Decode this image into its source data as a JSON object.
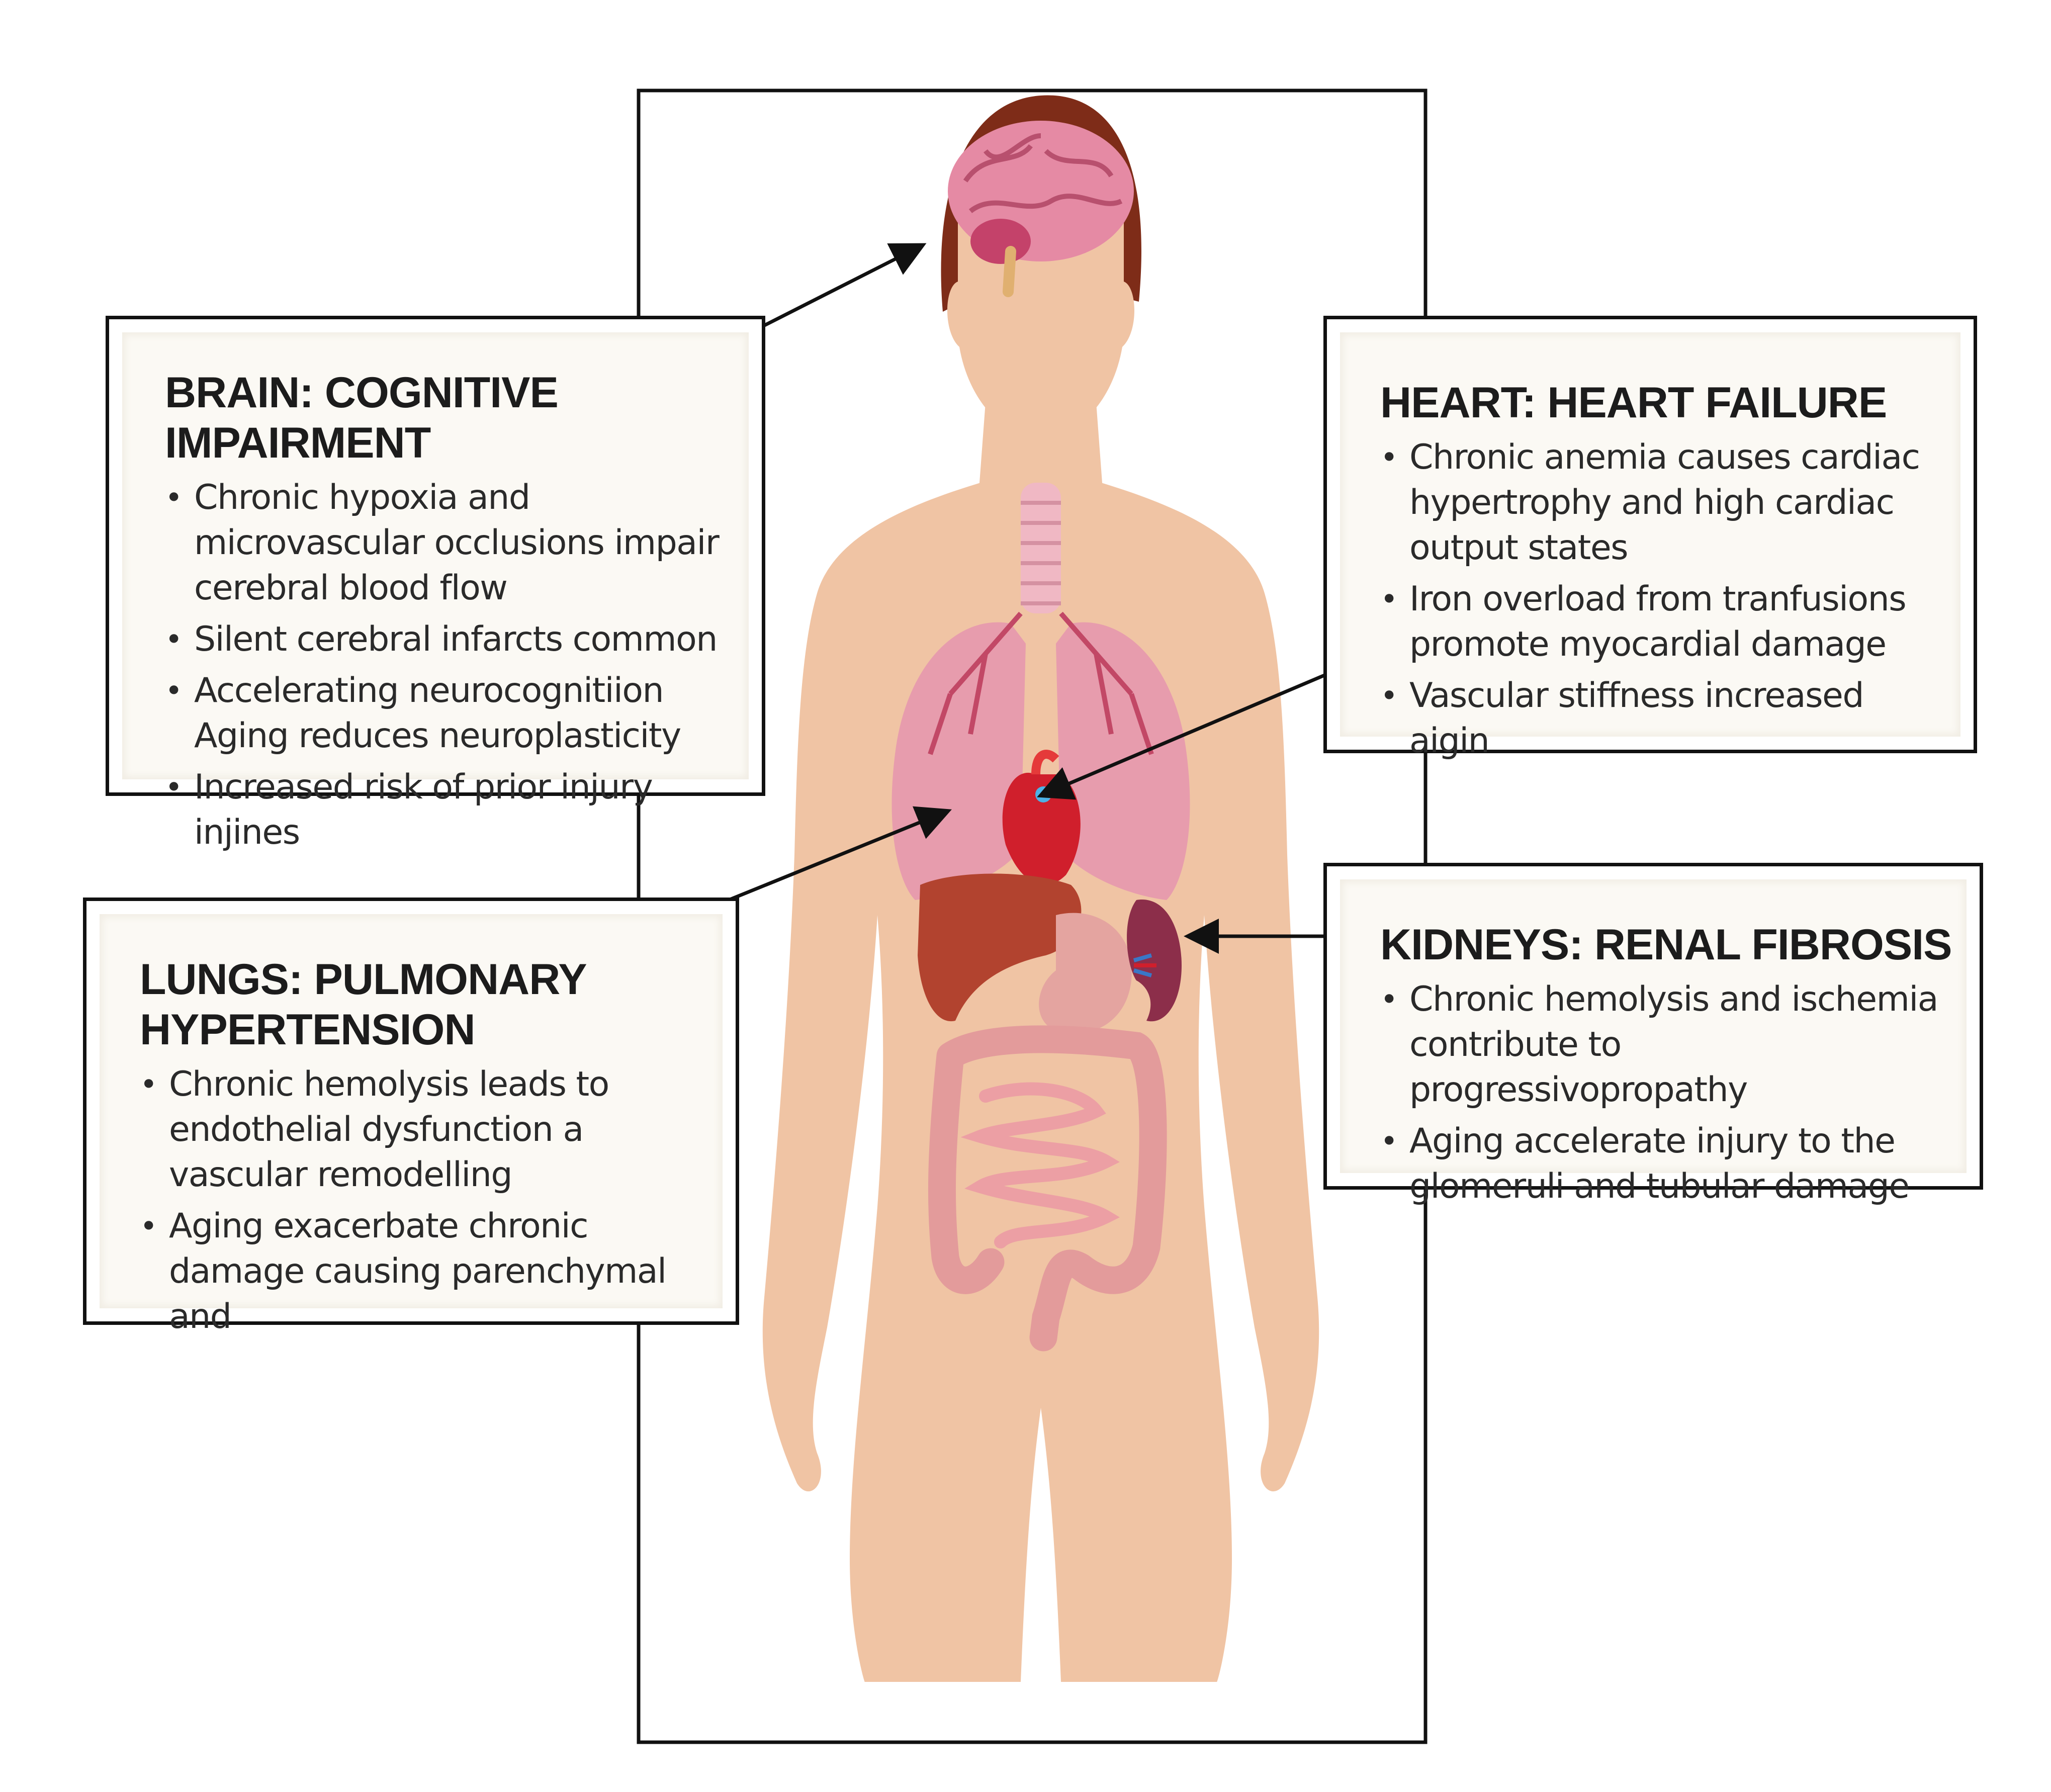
{
  "palette": {
    "skin": "#f0c4a4",
    "skin_shade": "#e8b592",
    "hair": "#7e2c18",
    "brain": "#e58aa4",
    "lung": "#e79cad",
    "heart": "#d01f2c",
    "liver": "#b2432f",
    "intestine": "#e39b9b",
    "kidney": "#8c2e4a",
    "frame": "#111111",
    "arrow": "#111111"
  },
  "callouts": {
    "brain": {
      "title": "BRAIN: COGNITIVE IMPAIRMENT",
      "bullets": [
        "Chronic hypoxia and microvascular occlusions impair cerebral blood flow",
        "Silent cerebral infarcts common",
        "Accelerating neurocognitiion",
        "Aging reduces neuroplasticity",
        "Increased risk of prior injury injines"
      ]
    },
    "heart": {
      "title": "HEART: HEART FAILURE",
      "bullets": [
        "Chronic anemia causes cardiac hypertrophy and high cardiac output states",
        "Iron overload from tranfusions promote myocardial damage",
        "Vascular stiffness increased aigin"
      ]
    },
    "lungs": {
      "title": "LUNGS: PULMONARY HYPERTENSION",
      "bullets": [
        "Chronic hemolysis leads to endothelial dysfunction a vascular remodelling",
        "Aging exacerbate chronic damage causing parenchymal and"
      ]
    },
    "kidneys": {
      "title": "KIDNEYS: RENAL FIBROSIS",
      "bullets": [
        "Chronic hemolysis and ischemia contribute to progressivopropathy",
        "Aging accelerate injury to the glomeruli and tubular damage"
      ]
    }
  }
}
